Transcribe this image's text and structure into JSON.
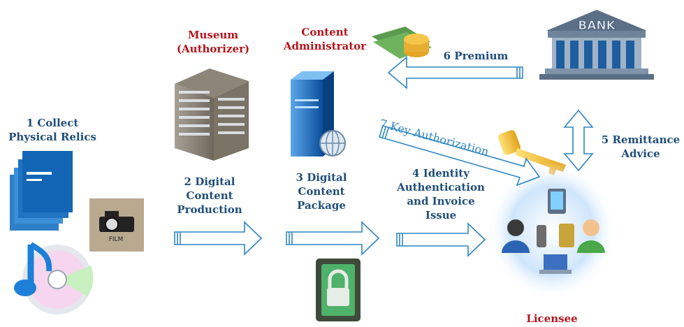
{
  "labels": {
    "collect": [
      "1 Collect",
      "Physical Relics"
    ],
    "museum": [
      "Museum",
      "(Authorizer)"
    ],
    "admin": [
      "Content",
      "Administrator"
    ],
    "production": [
      "2 Digital",
      "Content",
      "Production"
    ],
    "package": [
      "3 Digital",
      "Content",
      "Package"
    ],
    "identity": [
      "4  Identity",
      "Authentication",
      "and Invoice",
      "Issue"
    ],
    "remittance": [
      "5 Remittance",
      "Advice"
    ],
    "premium": "6 Premium",
    "key": "7 Key Authorization",
    "licensee": "Licensee",
    "bank": "BANK",
    "film": "FILM"
  },
  "colors": {
    "text_blue": "#1f4e79",
    "text_red": "#b3151b",
    "arrow": "#2e86c1"
  }
}
